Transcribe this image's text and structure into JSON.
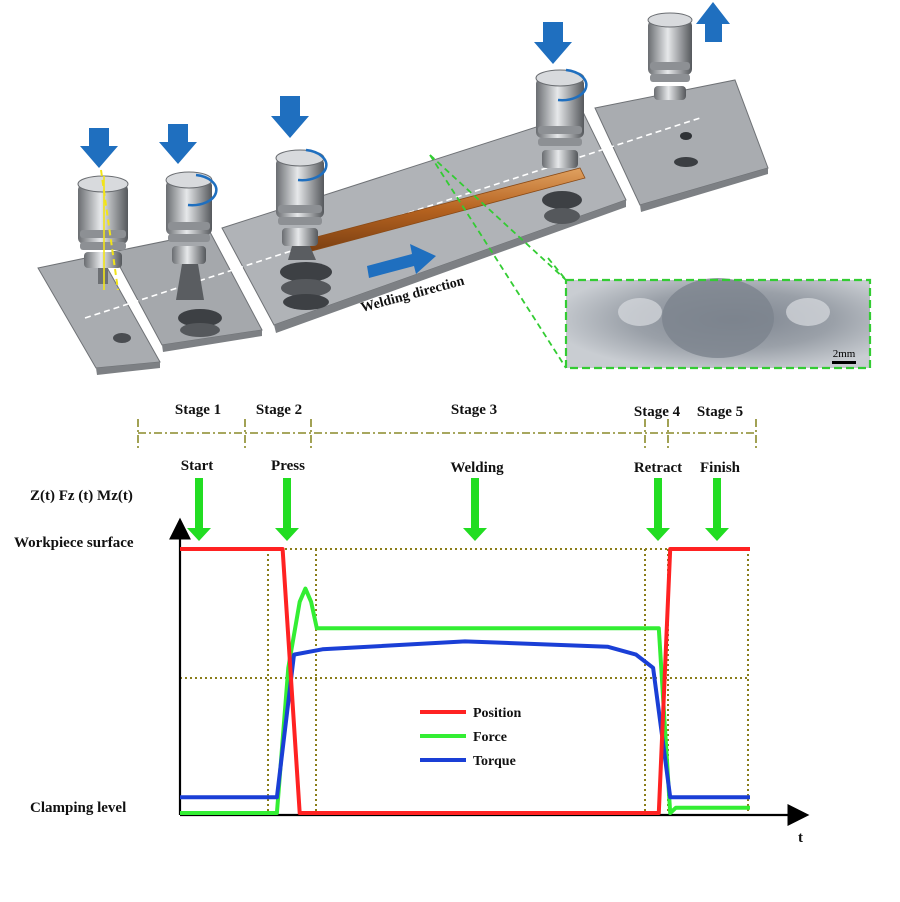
{
  "illustration": {
    "direction_label": "Welding direction",
    "scale_bar_label": "2mm",
    "colors": {
      "plate": "#a9acb0",
      "weld_seam": "#c8742b",
      "arrow": "#1f6fbf",
      "zoom_outline": "#33cc33"
    }
  },
  "stages": [
    "Stage 1",
    "Stage 2",
    "Stage 3",
    "Stage 4",
    "Stage 5"
  ],
  "events": [
    "Start",
    "Press",
    "Welding",
    "Retract",
    "Finish"
  ],
  "chart": {
    "y_label": "Z(t)  Fz  (t)  Mz(t)",
    "x_label": "t",
    "level_top": "Workpiece surface",
    "level_bottom": "Clamping level"
  },
  "chart_data": {
    "type": "line",
    "xlabel": "t",
    "ylabel": "Z(t)  Fz  (t)  Mz(t)",
    "series": [
      {
        "name": "Position",
        "color": "#ff2222",
        "x": [
          0,
          0.18,
          0.21,
          0.84,
          0.86,
          1.0
        ],
        "values": [
          1.0,
          1.0,
          0.0,
          0.0,
          1.0,
          1.0
        ]
      },
      {
        "name": "Force",
        "color": "#33ee33",
        "x": [
          0,
          0.17,
          0.19,
          0.21,
          0.22,
          0.23,
          0.24,
          0.25,
          0.84,
          0.86,
          0.87,
          1.0
        ],
        "values": [
          0.0,
          0.0,
          0.55,
          0.8,
          0.85,
          0.8,
          0.7,
          0.7,
          0.7,
          0.0,
          0.02,
          0.02
        ]
      },
      {
        "name": "Torque",
        "color": "#1a3fd6",
        "x": [
          0,
          0.17,
          0.2,
          0.25,
          0.5,
          0.75,
          0.8,
          0.83,
          0.86,
          1.0
        ],
        "values": [
          0.06,
          0.06,
          0.6,
          0.62,
          0.65,
          0.63,
          0.6,
          0.55,
          0.06,
          0.06
        ]
      }
    ]
  }
}
